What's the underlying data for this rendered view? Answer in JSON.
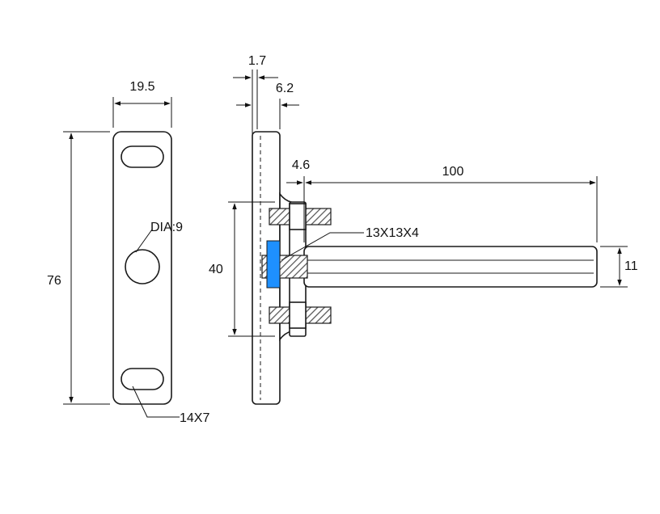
{
  "dimensions": {
    "plate_width": "19.5",
    "plate_height": "76",
    "hole_dia": "DIA:9",
    "slot_size": "14X7",
    "plate_thickness": "1.7",
    "flange_depth": "6.2",
    "offset": "4.6",
    "rod_length": "100",
    "hole_spacing": "40",
    "rod_dia": "11",
    "nut_size": "13X13X4"
  },
  "colors": {
    "line": "#1a1a1a",
    "nut_highlight": "#1e90ff",
    "background": "#ffffff"
  }
}
